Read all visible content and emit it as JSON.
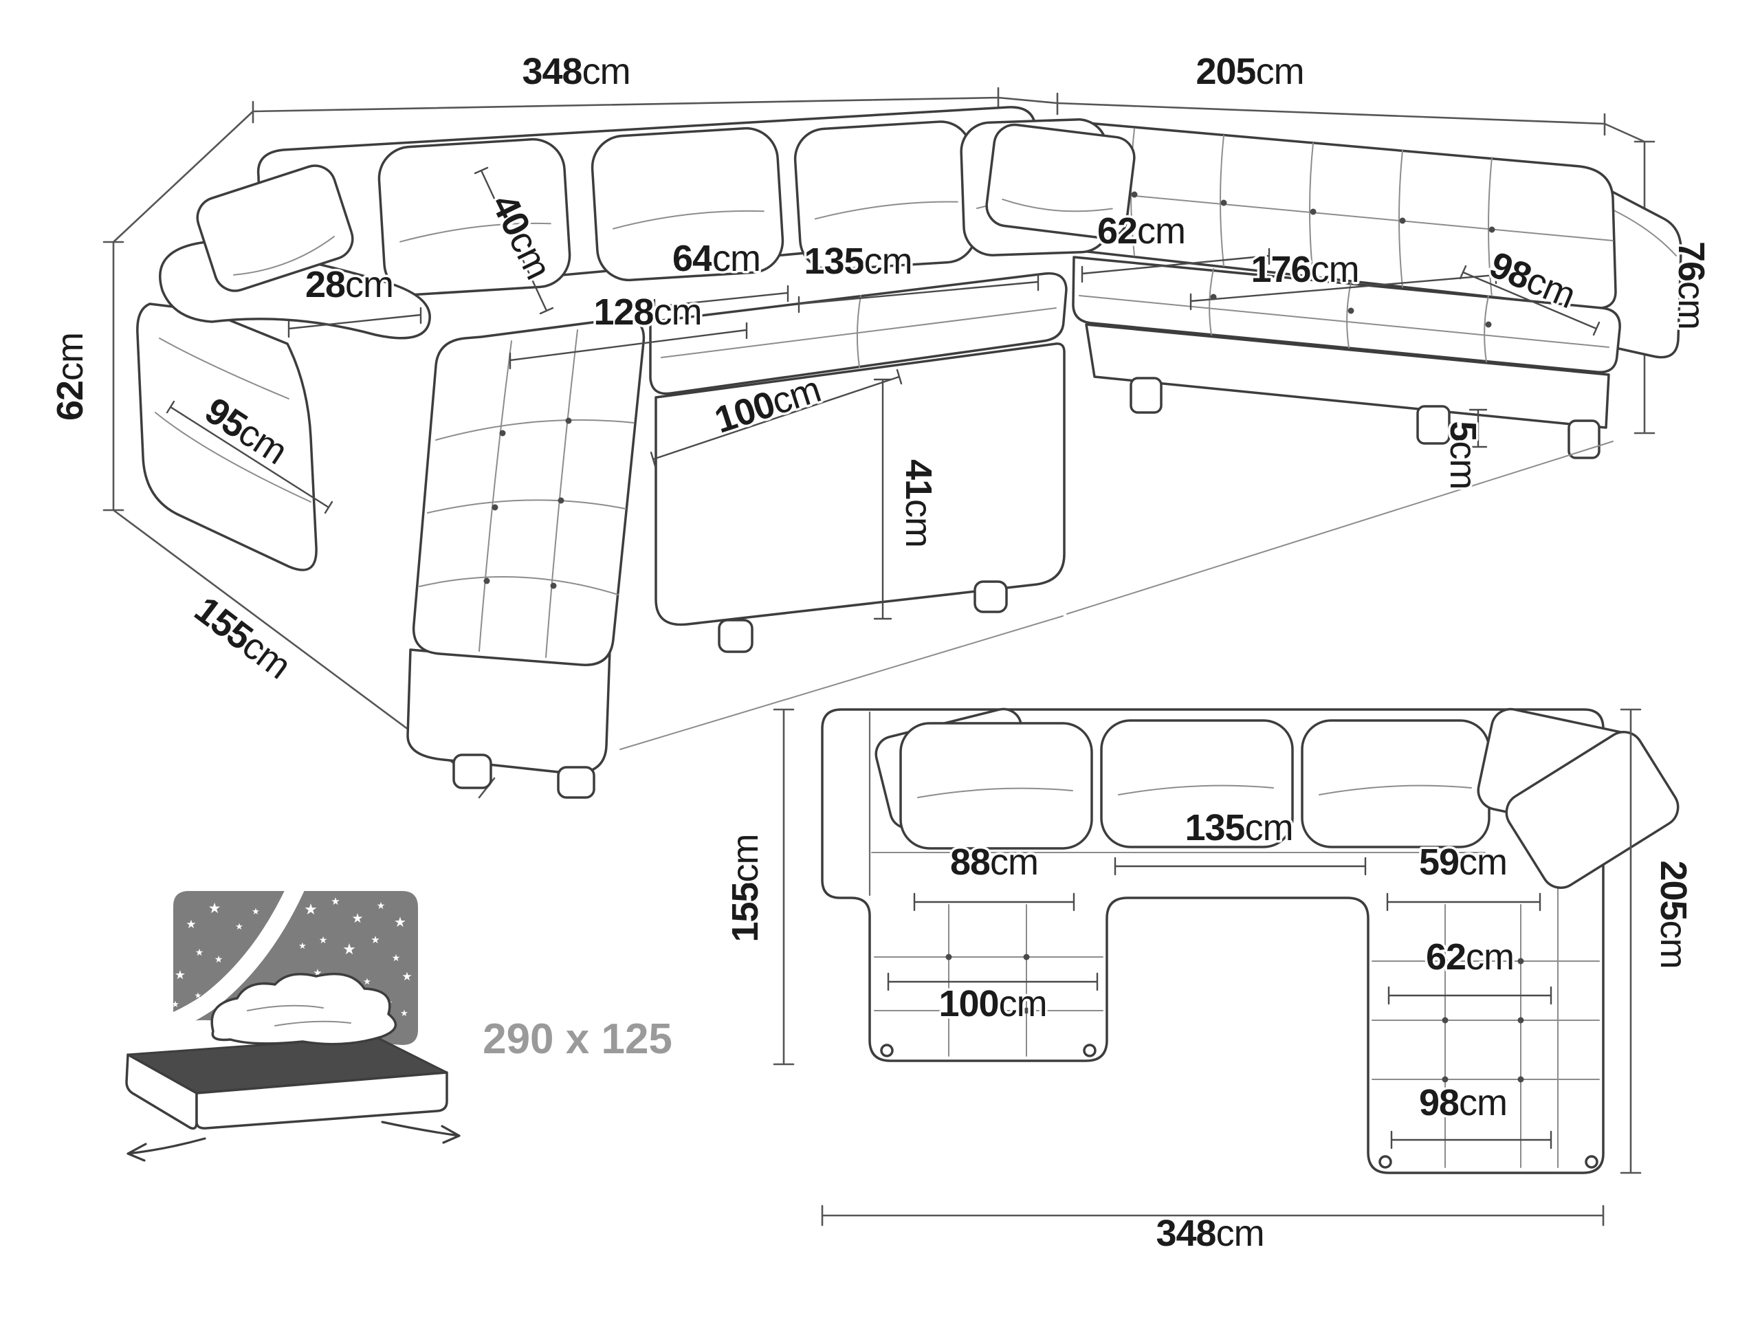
{
  "icons": {
    "star": "★"
  },
  "page": {
    "background": "#ffffff",
    "colors": {
      "line": "#3d3d3d",
      "dim_line": "#555555",
      "label": "#1b1b1b",
      "muted_label": "#9a9a9a",
      "headboard": "#7d7d7d",
      "mattress_top": "#4a4a4a"
    }
  },
  "perspective_view": {
    "dims": {
      "back_width": {
        "value": "348",
        "unit": "cm"
      },
      "right_width": {
        "value": "205",
        "unit": "cm"
      },
      "back_cushion_height": {
        "value": "40",
        "unit": "cm"
      },
      "total_height": {
        "value": "76",
        "unit": "cm"
      },
      "frame_height": {
        "value": "62",
        "unit": "cm"
      },
      "armrest_top_width": {
        "value": "28",
        "unit": "cm"
      },
      "seat_depth": {
        "value": "64",
        "unit": "cm"
      },
      "middle_seat_width": {
        "value": "135",
        "unit": "cm"
      },
      "corner_seat_width": {
        "value": "62",
        "unit": "cm"
      },
      "right_seat_width": {
        "value": "176",
        "unit": "cm"
      },
      "right_arm_length": {
        "value": "98",
        "unit": "cm"
      },
      "chaise_inner_length": {
        "value": "128",
        "unit": "cm"
      },
      "left_arm_length": {
        "value": "95",
        "unit": "cm"
      },
      "chaise_width": {
        "value": "100",
        "unit": "cm"
      },
      "seat_height": {
        "value": "41",
        "unit": "cm"
      },
      "leg_height": {
        "value": "5",
        "unit": "cm"
      },
      "side_depth": {
        "value": "155",
        "unit": "cm"
      }
    }
  },
  "plan_view": {
    "dims": {
      "side_depth": {
        "value": "155",
        "unit": "cm"
      },
      "middle_seat_width": {
        "value": "135",
        "unit": "cm"
      },
      "left_seat_width": {
        "value": "88",
        "unit": "cm"
      },
      "right_seat_width": {
        "value": "59",
        "unit": "cm"
      },
      "right_depth": {
        "value": "205",
        "unit": "cm"
      },
      "right_inner_width": {
        "value": "62",
        "unit": "cm"
      },
      "chaise_width": {
        "value": "100",
        "unit": "cm"
      },
      "right_end_width": {
        "value": "98",
        "unit": "cm"
      },
      "total_width": {
        "value": "348",
        "unit": "cm"
      }
    }
  },
  "sleeping_function": {
    "label": "290 x 125"
  }
}
